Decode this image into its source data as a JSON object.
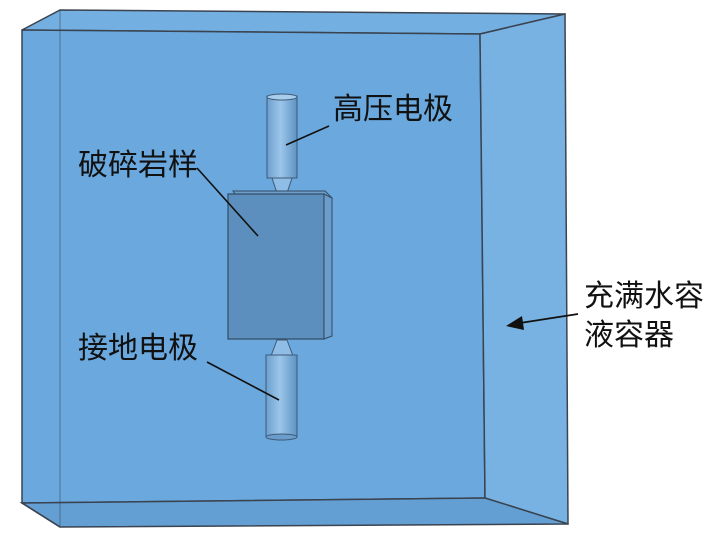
{
  "labels": {
    "high_voltage_electrode": "高压电极",
    "broken_rock_sample": "破碎岩样",
    "ground_electrode": "接地电极",
    "water_container_line1": "充满水容",
    "water_container_line2": "液容器"
  },
  "colors": {
    "water_fill": "#6aa8dd",
    "water_side": "#78b2e2",
    "edge": "#3a4350",
    "sample": "#5c8fbd",
    "electrode": "#7fb0dc",
    "text": "#111111"
  }
}
